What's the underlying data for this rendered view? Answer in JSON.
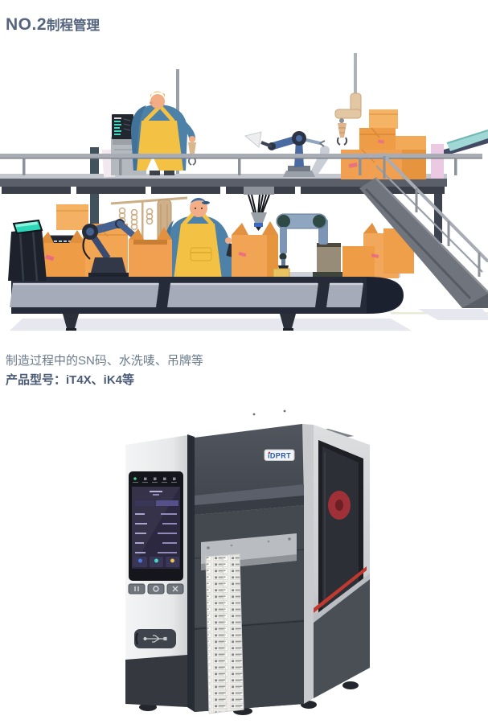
{
  "page": {
    "title": {
      "number": "NO.2",
      "text": "制程管理"
    },
    "captions": {
      "line1": "制造过程中的SN码、水洗唛、吊牌等",
      "line2": "产品型号：iT4X、iK4等"
    }
  },
  "illustration": {
    "alt": "智能工厂两层产线插画：上层为操作终端的工人、蓝色机械臂、吊装机械手与纸箱，下层为传送带、分拣机械臂、包装工人、显示屏与出货滑道",
    "colors": {
      "box_orange": "#f0a050",
      "worker_shirt_blue": "#4d81a8",
      "apron_yellow": "#f3c244",
      "robot_blue": "#45618f",
      "belt_dark": "#262b39",
      "screen_teal": "#2bd8b8"
    }
  },
  "printer": {
    "brand": "iDPRT",
    "type": "工业标签打印机",
    "colors": {
      "body_charcoal": "#44484f",
      "panel_silver": "#eceded",
      "logo_blue": "#2458a8",
      "ribbon_red": "#a03038",
      "accent_red": "#c0392f"
    }
  }
}
